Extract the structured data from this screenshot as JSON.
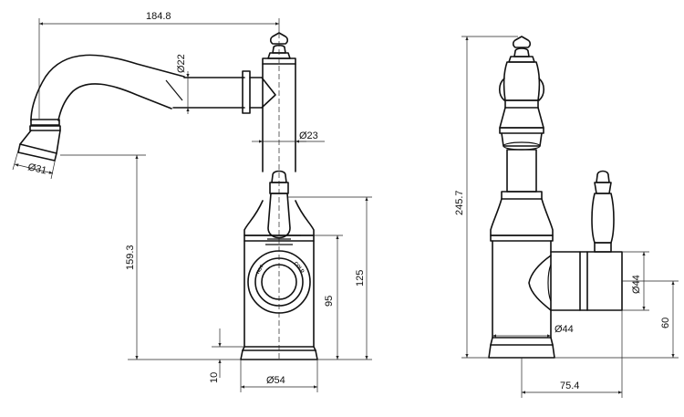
{
  "dimensions": {
    "overall_width": "184.8",
    "spout_tube_dia": "Ø22",
    "body_dia": "Ø23",
    "outlet_dia": "Ø31",
    "spout_height": "159.3",
    "base_dia": "Ø54",
    "base_height": "10",
    "valve_center_height": "95",
    "handle_height": "125",
    "total_height": "245.7",
    "valve_dia": "Ø44",
    "collar_dia": "Ø44",
    "valve_offset": "60",
    "side_depth": "75.4"
  },
  "labels": {
    "hot": "HOT",
    "cold": "COLD"
  }
}
